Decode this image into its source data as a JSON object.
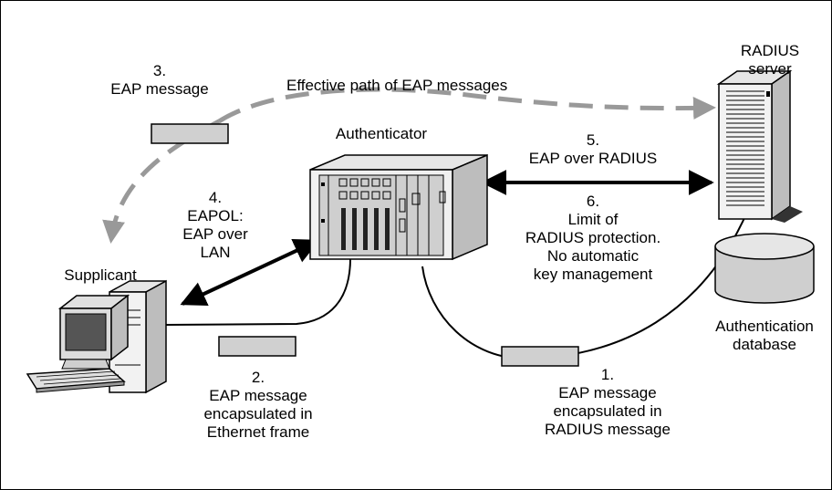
{
  "labels": {
    "radius_server": "RADIUS server",
    "authenticator": "Authenticator",
    "supplicant": "Supplicant",
    "auth_db": "Authentication\ndatabase",
    "effective_path": "Effective path of EAP messages",
    "step1": "1.\nEAP message\nencapsulated in\nRADIUS message",
    "step2": "2.\nEAP message\nencapsulated in\nEthernet frame",
    "step3": "3.\nEAP message",
    "step4": "4.\nEAPOL:\nEAP over\nLAN",
    "step5": "5.\nEAP over RADIUS",
    "step6": "6.\nLimit of\nRADIUS protection.\nNo automatic\nkey management"
  },
  "colors": {
    "message_box": "#d0d0d0",
    "dashed_path": "#999999",
    "device_gray": "#cfcfcf",
    "line": "#000000"
  }
}
